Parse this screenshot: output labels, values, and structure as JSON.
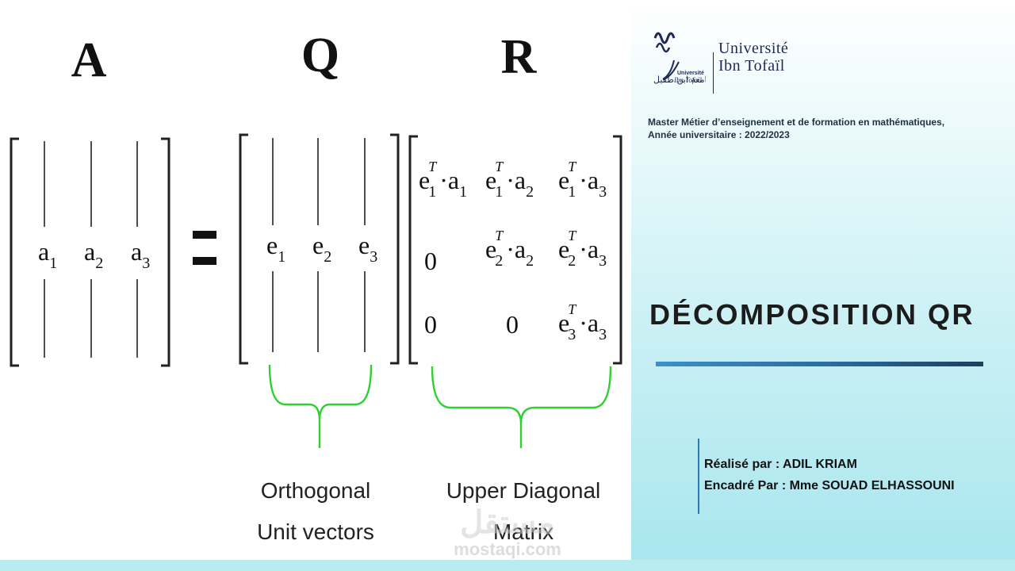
{
  "figure": {
    "labels": {
      "a": "A",
      "q": "Q",
      "r": "R"
    },
    "equals_sign": "=",
    "matrix_a": [
      {
        "var": "a",
        "sub": "1"
      },
      {
        "var": "a",
        "sub": "2"
      },
      {
        "var": "a",
        "sub": "3"
      }
    ],
    "matrix_q": [
      {
        "var": "e",
        "sub": "1"
      },
      {
        "var": "e",
        "sub": "2"
      },
      {
        "var": "e",
        "sub": "3"
      }
    ],
    "matrix_r": {
      "row1": [
        "e1T·a1",
        "e1T·a2",
        "e1T·a3"
      ],
      "row2": [
        "0",
        "e2T·a2",
        "e2T·a3"
      ],
      "row3": [
        "0",
        "0",
        "e3T·a3"
      ],
      "zero": "0",
      "dot": "·",
      "sup": "T"
    },
    "captions": {
      "q_line1": "Orthogonal",
      "q_line2": "Unit vectors",
      "r_line1": "Upper Diagonal",
      "r_line2": "Matrix"
    },
    "watermark": {
      "arabic": "مستقل",
      "latin": "mostaqi.com"
    }
  },
  "header": {
    "logo": {
      "line1": "Université",
      "line2": "Ibn Tofaïl",
      "small_latin": "Université",
      "small_script": "Ibn Tofaïl",
      "arabic": "جامعة ابن طفيل"
    },
    "program_line1": "Master Métier d’enseignement et de formation en mathématiques,",
    "program_line2": "Année universitaire : 2022/2023"
  },
  "title": "DÉCOMPOSITION QR",
  "authors": {
    "realise": "Réalisé par : ADIL KRIAM",
    "encadre": "Encadré Par : Mme SOUAD ELHASSOUNI"
  },
  "colors": {
    "brace": "#2fd02f",
    "title_rule_start": "#3d8fce",
    "title_rule_end": "#1d3f5e",
    "panel_bottom": "#a9e6ee"
  }
}
